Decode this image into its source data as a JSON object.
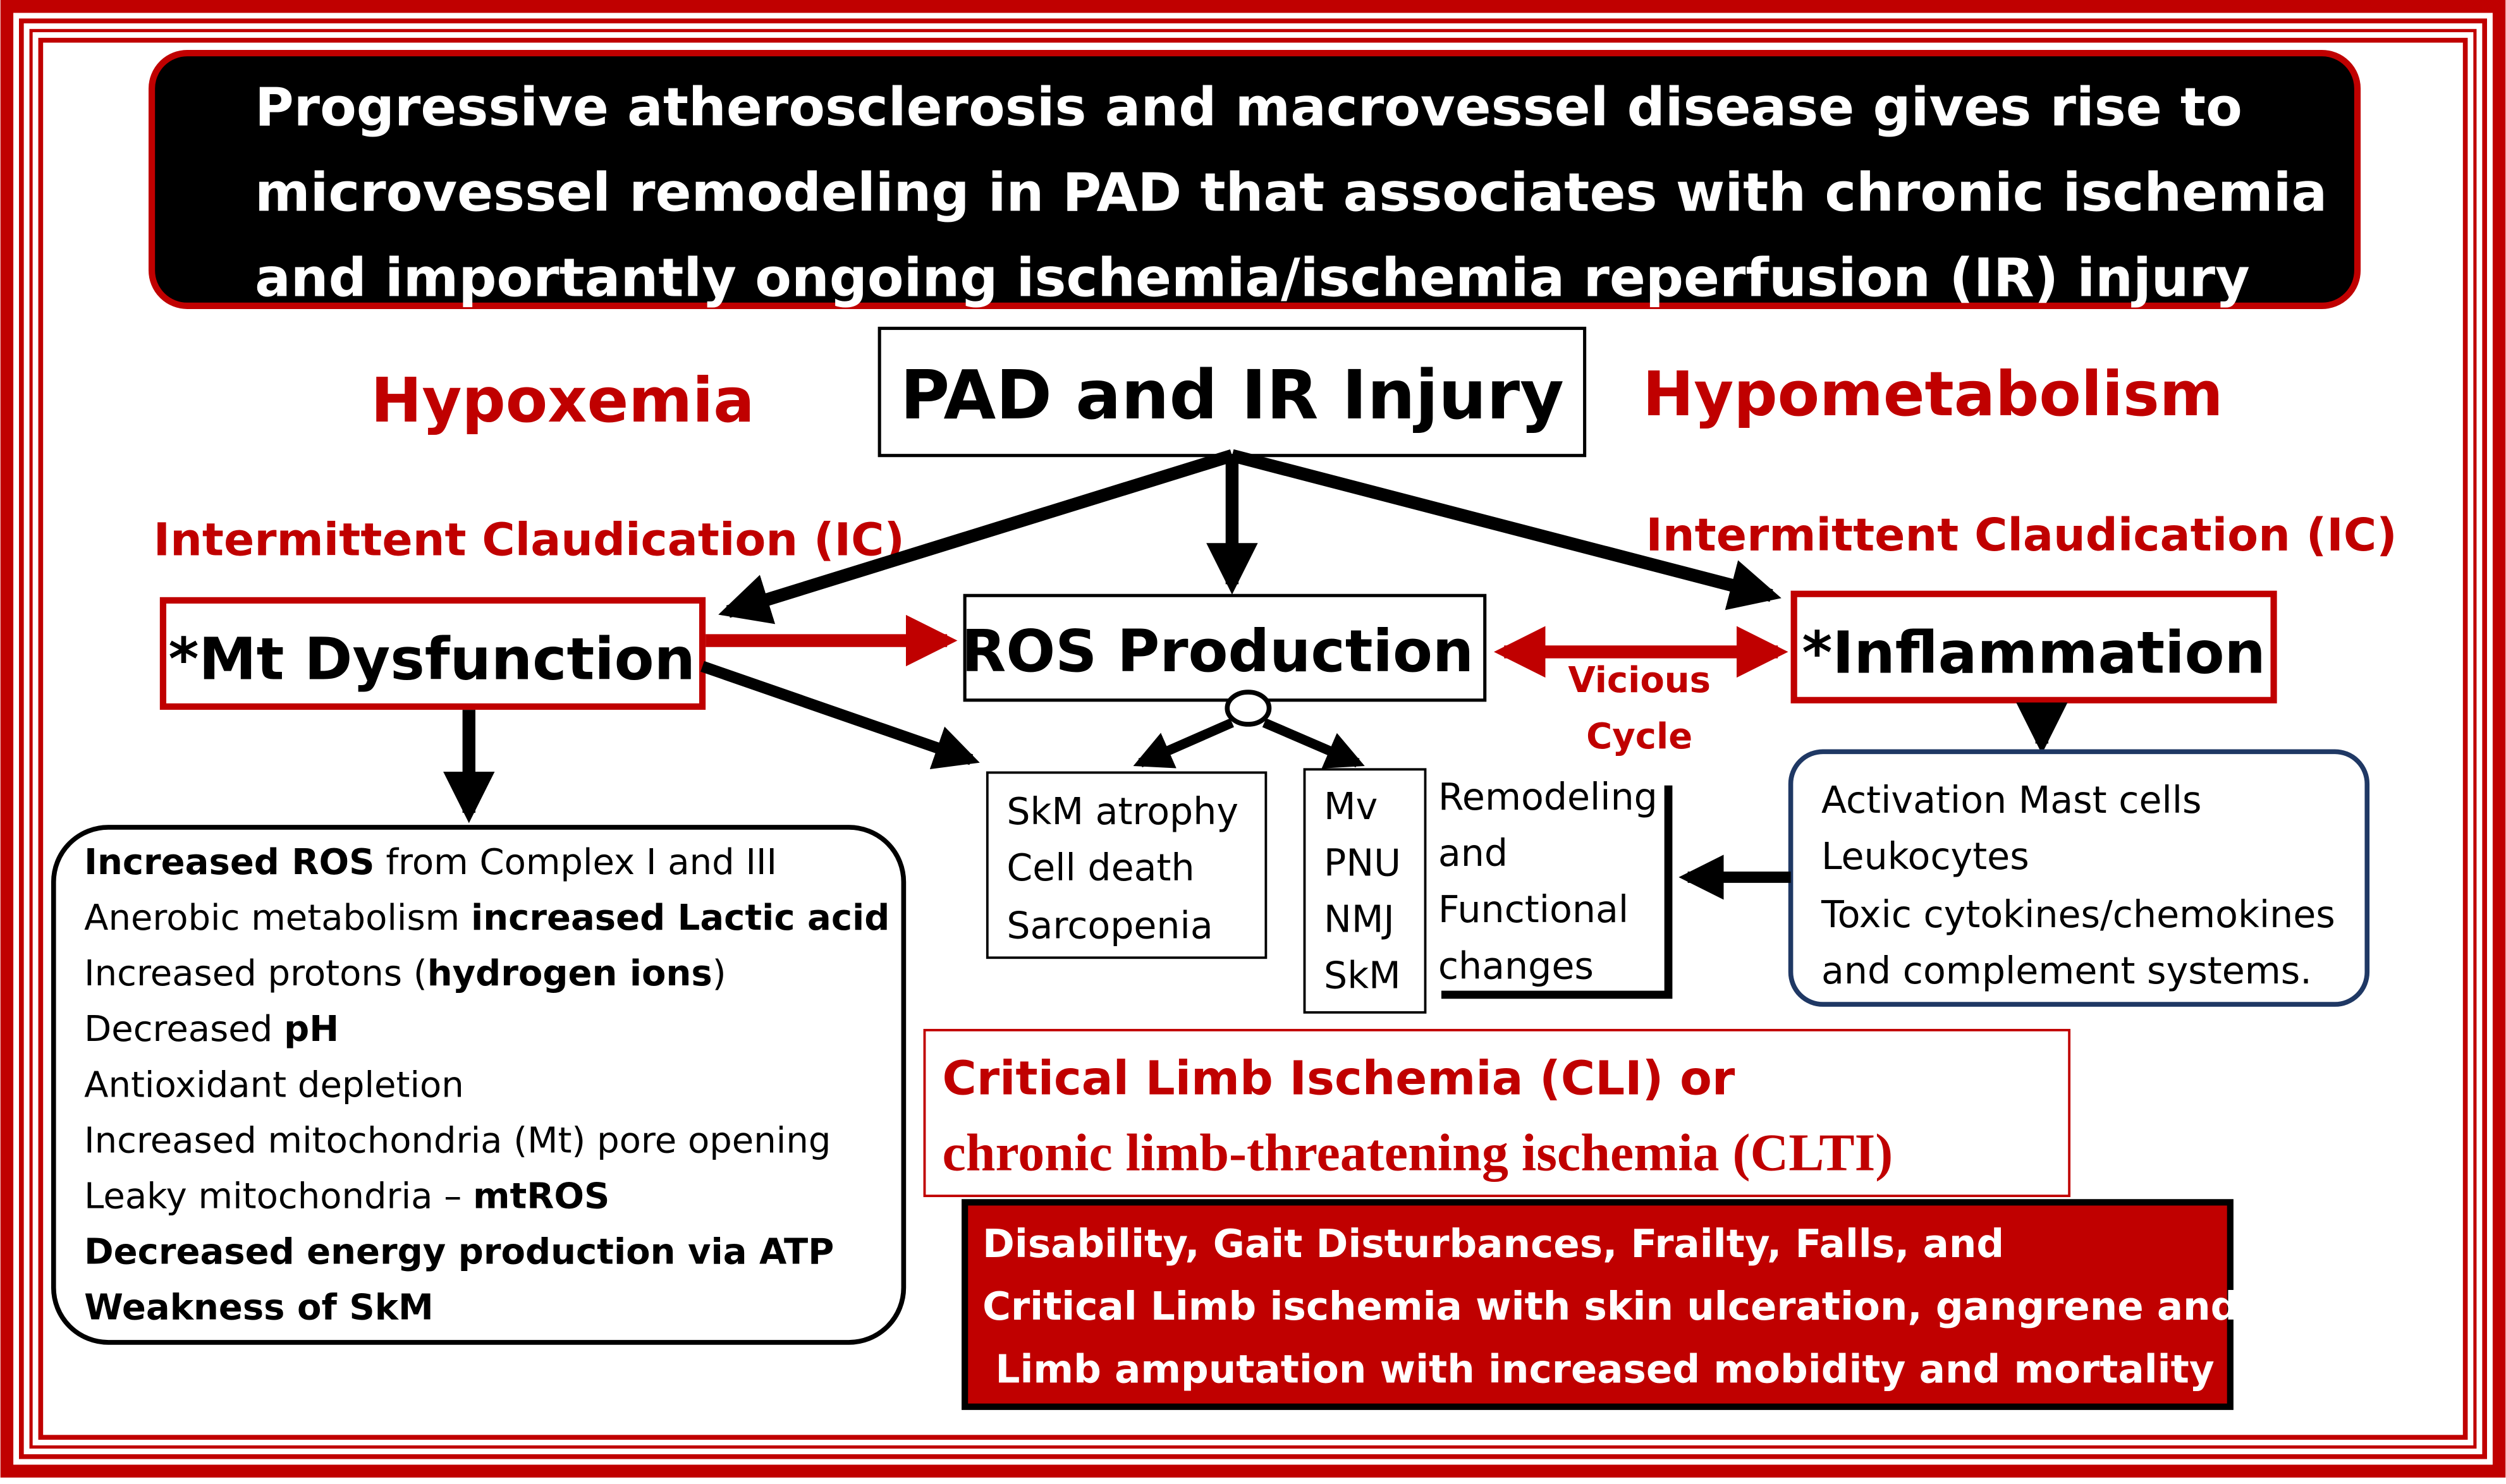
{
  "header": {
    "lines": [
      "Progressive atherosclerosis and macrovessel disease gives rise to",
      "microvessel remodeling in PAD that associates with chronic ischemia",
      "and importantly ongoing ischemia/ischemia reperfusion (IR) injury"
    ]
  },
  "center_title": "PAD and IR Injury",
  "left_heading": "Hypoxemia",
  "right_heading": "Hypometabolism",
  "left_ic": "Intermittent Claudication (IC)",
  "right_ic": "Intermittent Claudication (IC)",
  "mt_dysfunction": "*Mt Dysfunction",
  "ros_production": "ROS Production",
  "inflammation": "*Inflammation",
  "vicious_cycle": [
    "Vicious",
    "Cycle"
  ],
  "skm_box": [
    "SkM atrophy",
    "Cell death",
    "Sarcopenia"
  ],
  "mv_box": [
    "Mv",
    "PNU",
    "NMJ",
    "SkM"
  ],
  "remodeling": [
    "Remodeling",
    "and",
    "Functional",
    "changes"
  ],
  "activation_box": [
    "Activation Mast cells",
    "Leukocytes",
    "Toxic cytokines/chemokines",
    "and complement systems."
  ],
  "mt_effects": [
    {
      "parts": [
        {
          "t": "Increased ROS",
          "b": true
        },
        {
          "t": " from Complex I and III",
          "b": false
        }
      ]
    },
    {
      "parts": [
        {
          "t": "Anerobic metabolism ",
          "b": false
        },
        {
          "t": "increased Lactic acid",
          "b": true
        }
      ]
    },
    {
      "parts": [
        {
          "t": "Increased protons (",
          "b": false
        },
        {
          "t": "hydrogen ions",
          "b": true
        },
        {
          "t": ")",
          "b": false
        }
      ]
    },
    {
      "parts": [
        {
          "t": "Decreased ",
          "b": false
        },
        {
          "t": "pH",
          "b": true
        }
      ]
    },
    {
      "parts": [
        {
          "t": "Antioxidant depletion",
          "b": false
        }
      ]
    },
    {
      "parts": [
        {
          "t": "Increased mitochondria (Mt) pore opening",
          "b": false
        }
      ]
    },
    {
      "parts": [
        {
          "t": "Leaky mitochondria – ",
          "b": false
        },
        {
          "t": "mtROS",
          "b": true
        }
      ]
    },
    {
      "parts": [
        {
          "t": "Decreased energy production via ATP",
          "b": true
        }
      ]
    },
    {
      "parts": [
        {
          "t": "Weakness of SkM",
          "b": true
        }
      ]
    }
  ],
  "cli": {
    "line1": "Critical Limb Ischemia (CLI) or",
    "line2": "chronic limb-threatening ischemia (CLTI)"
  },
  "outcomes": [
    "Disability, Gait Disturbances, Frailty, Falls, and",
    "Critical Limb ischemia with skin ulceration, gangrene and",
    "Limb amputation with increased  mobidity and mortality"
  ],
  "colors": {
    "red": "#c00000",
    "black": "#000000",
    "navy": "#1f3864",
    "white": "#ffffff"
  }
}
